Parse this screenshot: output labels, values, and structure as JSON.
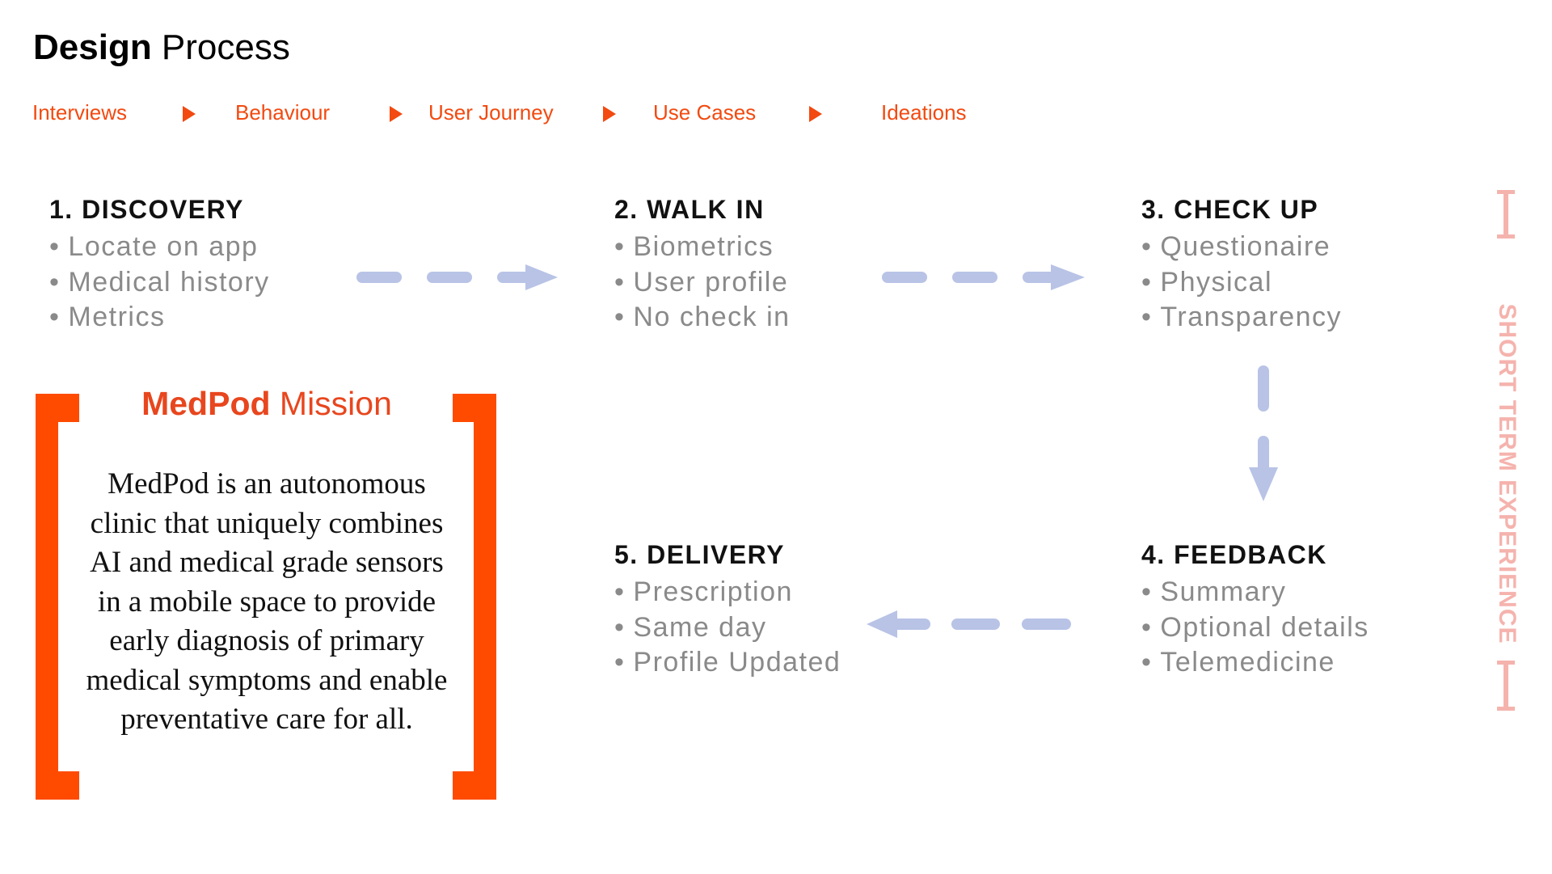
{
  "title": {
    "bold": "Design",
    "rest": " Process"
  },
  "process_steps": [
    "Interviews",
    "Behaviour",
    "User Journey",
    "Use Cases",
    "Ideations"
  ],
  "stages": [
    {
      "title": "1. DISCOVERY",
      "items": [
        "Locate on app",
        "Medical history",
        "Metrics"
      ]
    },
    {
      "title": "2. WALK IN",
      "items": [
        "Biometrics",
        "User profile",
        "No check in"
      ]
    },
    {
      "title": "3. CHECK UP",
      "items": [
        "Questionaire",
        "Physical",
        "Transparency"
      ]
    },
    {
      "title": "4. FEEDBACK",
      "items": [
        "Summary",
        "Optional details",
        "Telemedicine"
      ]
    },
    {
      "title": "5. DELIVERY",
      "items": [
        "Prescription",
        "Same day",
        "Profile Updated"
      ]
    }
  ],
  "mission": {
    "title_bold": "MedPod",
    "title_rest": " Mission",
    "text": "MedPod is an autonomous clinic that uniquely combines AI and medical grade sensors in a mobile space to provide early diagnosis of primary medical symptoms and enable preventative care for all."
  },
  "side_label": "SHORT TERM EXPERIENCE",
  "colors": {
    "accent": "#f24a10",
    "bracket": "#ff4b00",
    "arrow": "#b8c3e6",
    "side_label": "#f5b3ad",
    "bullet_text": "#8a8a8a"
  }
}
